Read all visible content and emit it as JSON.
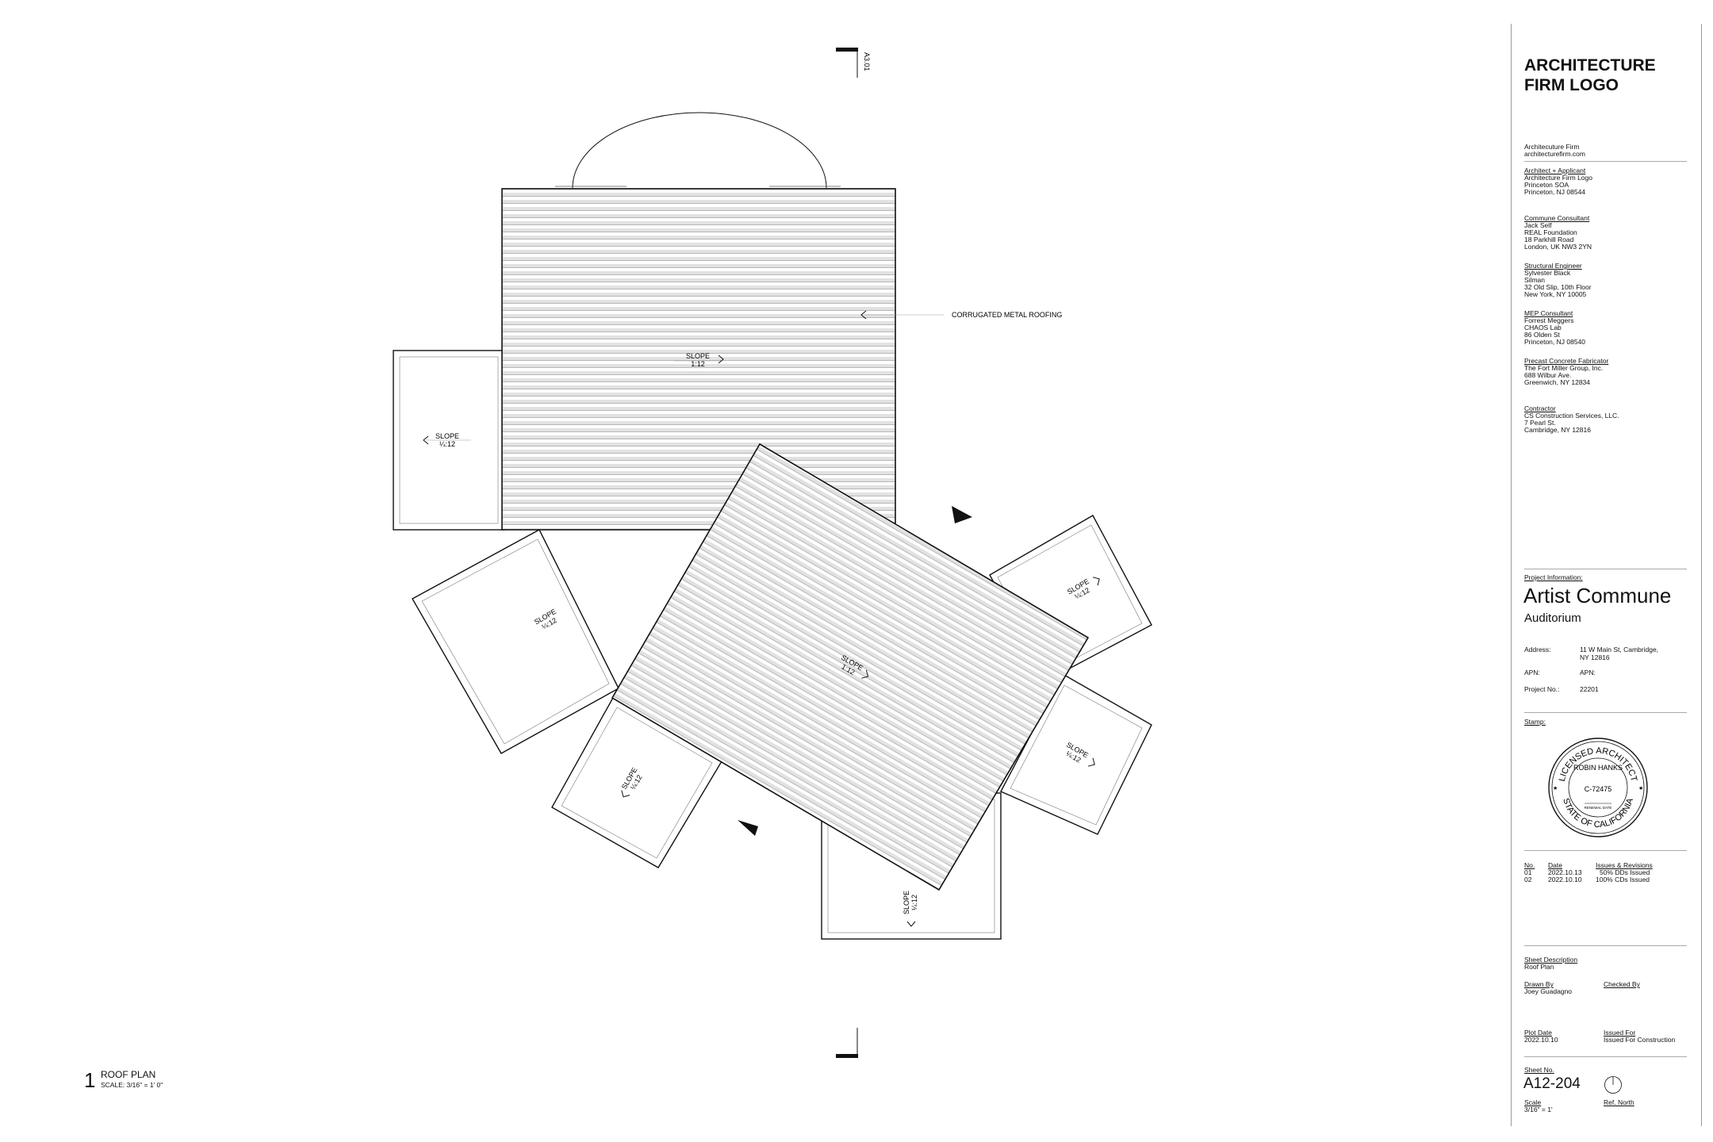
{
  "plan": {
    "section_marker": "A3.01",
    "callout_roofing": "CORRUGATED METAL ROOFING",
    "slope_word": "SLOPE",
    "slope_main": "1:12",
    "slope_quarter": "¼:12",
    "drawing_number": "1",
    "drawing_title": "ROOF PLAN",
    "drawing_scale": "SCALE: 3/16\" = 1' 0\""
  },
  "title_block": {
    "logo": "ARCHITECTURE FIRM LOGO",
    "firm_name": "Architecuture Firm",
    "firm_url": "architecturefirm.com",
    "consultants": [
      {
        "role": "Architect + Applicant",
        "lines": [
          "Architecture Firm Logo",
          "Princeton SOA",
          "Princeton, NJ 08544"
        ]
      },
      {
        "role": "Commune Consultant",
        "lines": [
          "Jack Self",
          "REAL Foundation",
          "18 Parkhill Road",
          "London, UK NW3 2YN"
        ]
      },
      {
        "role": "Structural Engineer",
        "lines": [
          "Sylvester Black",
          "Silman",
          "32 Old Slip, 10th Floor",
          "New York, NY 10005"
        ]
      },
      {
        "role": "MEP Consultant",
        "lines": [
          "Forrest Meggers",
          "CHAOS Lab",
          "86 Olden St",
          "Princeton, NJ 08540"
        ]
      },
      {
        "role": "Precast Concrete Fabricator",
        "lines": [
          "The Fort Miller Group, Inc.",
          "688 Wilbur Ave.",
          "Greenwich, NY 12834"
        ]
      },
      {
        "role": "Contractor",
        "lines": [
          "CS Construction Services, LLC.",
          "7 Pearl St.",
          "Cambridge, NY 12816"
        ]
      }
    ],
    "project_info_label": "Project Information:",
    "project_name": "Artist Commune",
    "project_sub": "Auditorium",
    "address_label": "Address:",
    "address_value": "11 W Main St, Cambridge,\nNY 12816",
    "apn_label": "APN:",
    "apn_value": "APN:",
    "project_no_label": "Project No.:",
    "project_no_value": "22201",
    "stamp_label": "Stamp:",
    "stamp": {
      "top": "LICENSED ARCHITECT",
      "name": "ROBIN HANKS",
      "number": "C-72475",
      "renewal": "RENEWAL DATE",
      "bottom": "STATE OF CALIFORNIA"
    },
    "revisions_headers": {
      "no": "No.",
      "date": "Date",
      "issues": "Issues & Revisions"
    },
    "revisions": [
      {
        "no": "01",
        "date": "2022.10.13",
        "issue": "50% DDs Issued"
      },
      {
        "no": "02",
        "date": "2022.10.10",
        "issue": "100% CDs Issued"
      }
    ],
    "sheet_description_label": "Sheet Description",
    "sheet_description": "Roof Plan",
    "drawn_by_label": "Drawn By",
    "drawn_by": "Joey Guadagno",
    "checked_by_label": "Checked By",
    "plot_date_label": "Plot Date",
    "plot_date": "2022.10.10",
    "issued_for_label": "Issued For",
    "issued_for": "Issued For Construction",
    "sheet_no_label": "Sheet No.",
    "sheet_no": "A12-204",
    "scale_label": "Scale",
    "scale": "3/16\" = 1'",
    "ref_north_label": "Ref. North"
  }
}
